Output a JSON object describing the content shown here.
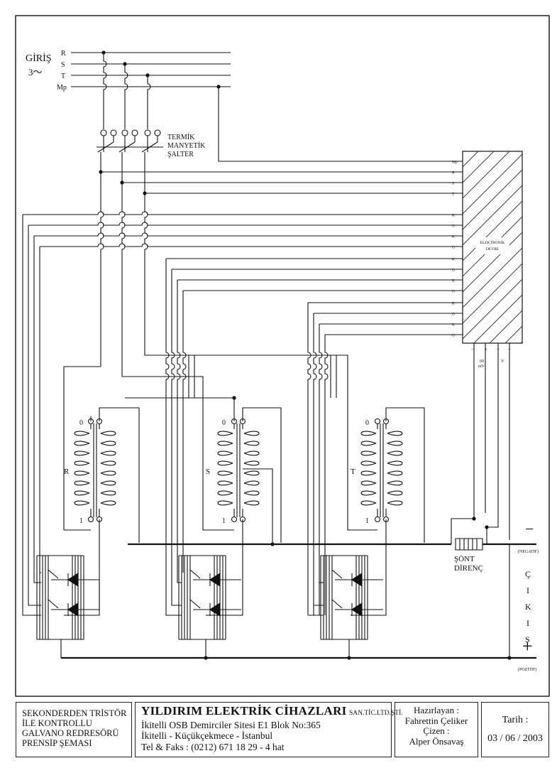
{
  "input": {
    "title": "GİRİŞ",
    "phase": "3～",
    "lines": [
      "R",
      "S",
      "T",
      "Mp"
    ]
  },
  "breaker": {
    "line1": "TERMİK",
    "line2": "MANYETİK",
    "line3": "ŞALTER"
  },
  "electronic_module": {
    "line1": "ELEKTRONİK",
    "line2": "DEVRE",
    "pins": [
      "Mp",
      "R",
      "S",
      "T",
      "K",
      "G",
      "K",
      "G",
      "K",
      "G",
      "K",
      "G",
      "K",
      "G",
      "K",
      "G"
    ],
    "bottom_pins": [
      "−",
      "+",
      "−",
      "+"
    ],
    "meter_label_1": "60",
    "meter_label_2": "mV",
    "v_label": "V"
  },
  "transformers": [
    {
      "phase": "R",
      "tap_top": "0",
      "tap_bottom": "1"
    },
    {
      "phase": "S",
      "tap_top": "0",
      "tap_bottom": "1"
    },
    {
      "phase": "T",
      "tap_top": "0",
      "tap_bottom": "1"
    }
  ],
  "shunt": {
    "line1": "ŞÖNT",
    "line2": "DİRENÇ"
  },
  "output": {
    "minus": "−",
    "negative": "(NEGATİF)",
    "vertical": [
      "Ç",
      "I",
      "K",
      "I",
      "Ş"
    ],
    "plus": "+",
    "positive": "(POZİTİF)"
  },
  "title_block": {
    "description": [
      "SEKONDERDEN TRİSTÖR",
      "İLE KONTROLLU",
      "GALVANO REDRESÖRÜ",
      "PRENSİP ŞEMASI"
    ],
    "company": "YILDIRIM ELEKTRİK CİHAZLARI",
    "company_suffix": "SAN.TİC.LTD.ŞTİ.",
    "address1": "İkitelli OSB Demirciler Sitesi E1 Blok No:365",
    "address2": "İkitelli - Küçükçekmece - İstanbul",
    "phone": "Tel & Faks : (0212) 671 18 29 - 4 hat",
    "prepared_label": "Hazırlayan :",
    "prepared_by": "Fahrettin Çeliker",
    "drawn_label": "Çizen :",
    "drawn_by": "Alper Önsavaş",
    "date_label": "Tarih :",
    "date": "03 / 06 / 2003"
  }
}
